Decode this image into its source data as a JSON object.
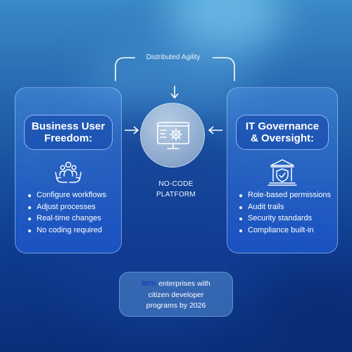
{
  "top_connector": {
    "label": "Distributed Agility"
  },
  "hub": {
    "label_line1": "NO-CODE",
    "label_line2": "PLATFORM",
    "icon": "monitor-gear-icon"
  },
  "left_panel": {
    "title_line1": "Business User",
    "title_line2": "Freedom:",
    "icon": "people-in-hands-icon",
    "items": [
      "Configure workflows",
      "Adjust processes",
      "Real-time changes",
      "No coding required"
    ]
  },
  "right_panel": {
    "title_line1": "IT Governance",
    "title_line2": "& Oversight:",
    "icon": "bank-shield-icon",
    "items": [
      "Role-based permissions",
      "Audit trails",
      "Security standards",
      "Compliance built-in"
    ]
  },
  "stat": {
    "highlight": "80%",
    "text_line1_rest": " enterprises with",
    "text_line2": "citizen developer",
    "text_line3": "programs by 2026",
    "highlight_color": "#1e3fb5"
  },
  "colors": {
    "panel_border": "#b4d7ff",
    "background_top": "#3b89c6",
    "background_bottom": "#0a2f79"
  }
}
